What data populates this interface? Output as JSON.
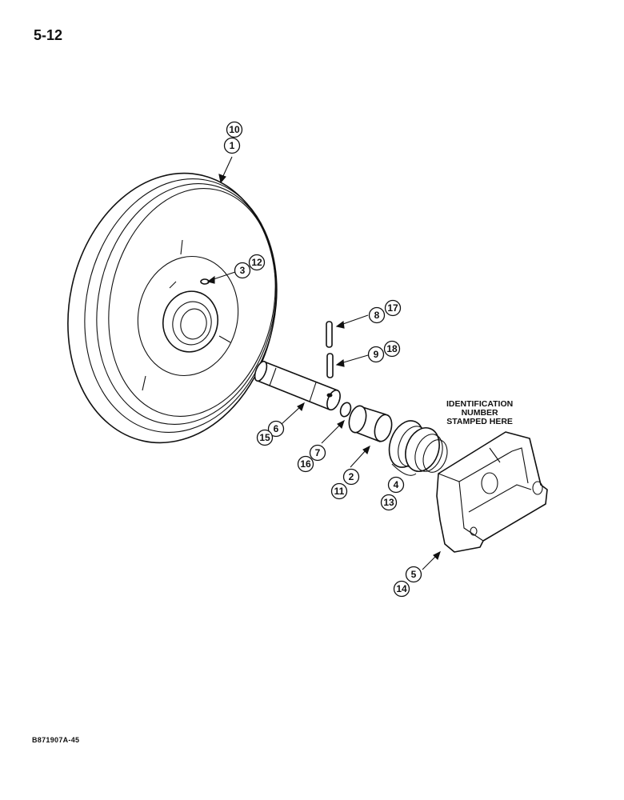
{
  "page_number": "5-12",
  "figure_code": "B871907A-45",
  "note": {
    "line1": "IDENTIFICATION",
    "line2": "NUMBER",
    "line3": "STAMPED HERE"
  },
  "callouts": {
    "c10": "10",
    "c1": "1",
    "c3": "3",
    "c12": "12",
    "c8": "8",
    "c17": "17",
    "c9": "9",
    "c18": "18",
    "c6": "6",
    "c15": "15",
    "c7": "7",
    "c16": "16",
    "c2": "2",
    "c11": "11",
    "c4": "4",
    "c13": "13",
    "c5": "5",
    "c14": "14"
  }
}
